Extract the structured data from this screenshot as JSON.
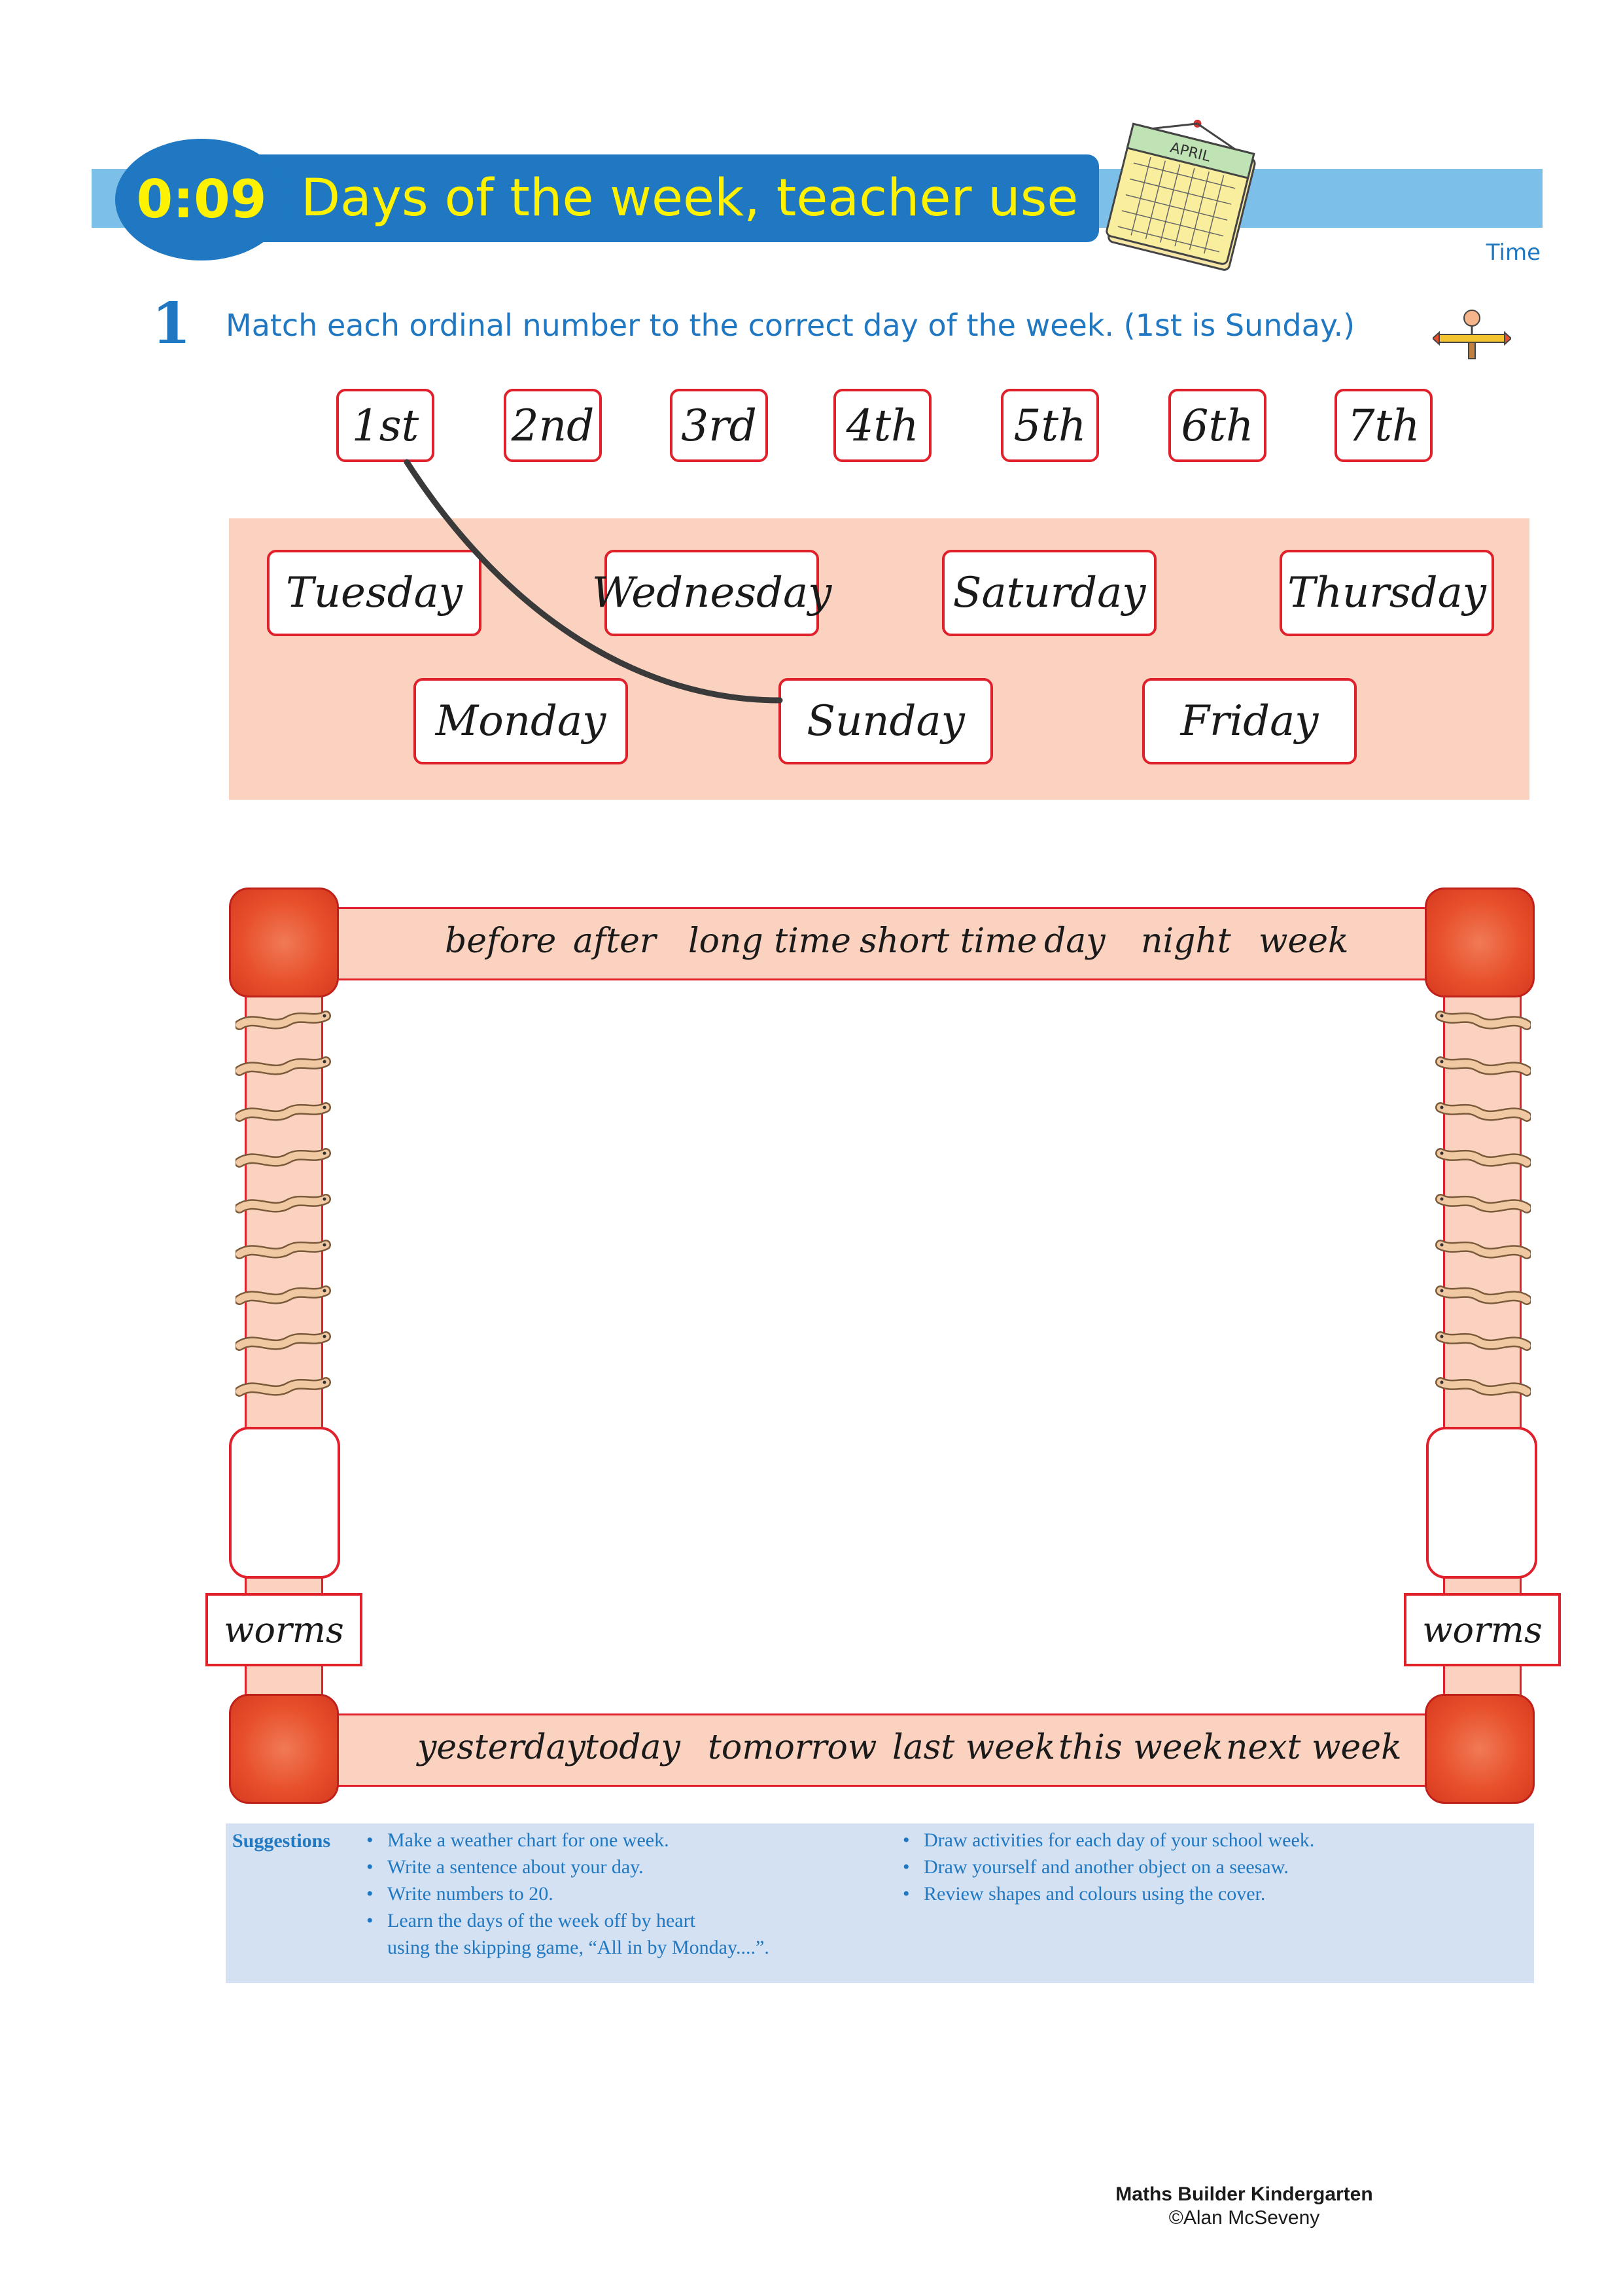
{
  "header": {
    "lesson_number": "0:09",
    "title": "Days of the week, teacher use",
    "section": "Time",
    "calendar_month": "APRIL"
  },
  "question": {
    "number": "1",
    "text": "Match each ordinal number to the correct day of the week. (1st is Sunday.)"
  },
  "ordinals": [
    "1st",
    "2nd",
    "3rd",
    "4th",
    "5th",
    "6th",
    "7th"
  ],
  "days": {
    "row1": [
      "Tuesday",
      "Wednesday",
      "Saturday",
      "Thursday"
    ],
    "row2": [
      "Monday",
      "Sunday",
      "Friday"
    ]
  },
  "frame": {
    "top_words": [
      "before",
      "after",
      "long time",
      "short time",
      "day",
      "night",
      "week"
    ],
    "bottom_words": [
      "yesterday",
      "today",
      "tomorrow",
      "last week",
      "this week",
      "next week"
    ],
    "left_label": "worms",
    "right_label": "worms"
  },
  "suggestions": {
    "heading": "Suggestions",
    "col1": [
      "Make a weather chart for one week.",
      "Write a sentence about your day.",
      "Write numbers to 20.",
      "Learn the days of the week off by heart",
      "using the skipping game, “All in by Monday....”."
    ],
    "col2": [
      "Draw activities for each day of your school week.",
      "Draw yourself and another object on a seesaw.",
      "Review shapes and colours using the cover."
    ]
  },
  "footer": {
    "book": "Maths Builder Kindergarten",
    "copyright": "©Alan McSeveny"
  }
}
